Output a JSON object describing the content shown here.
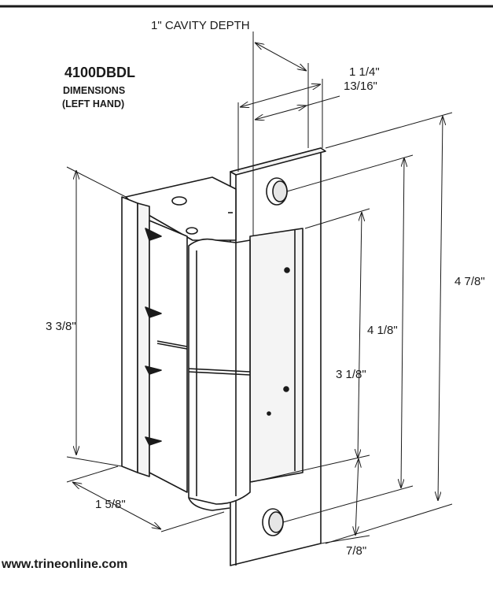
{
  "diagram": {
    "title": {
      "model": "4100DBDL",
      "line1": "DIMENSIONS",
      "line2": "(LEFT HAND)"
    },
    "dimensions": {
      "cavity_depth": "1\" CAVITY DEPTH",
      "width_overall": "1 1/4\"",
      "width_inner": "13/16\"",
      "overall_height": "4 7/8\"",
      "hole_spacing": "4 1/8\"",
      "body_height": "3 1/8\"",
      "left_height": "3 3/8\"",
      "body_depth": "1 5/8\"",
      "bottom_offset": "7/8\""
    },
    "website": "www.trineonline.com",
    "colors": {
      "line": "#1a1a1a",
      "fill": "#ffffff",
      "shade": "#e6e6e6"
    }
  }
}
